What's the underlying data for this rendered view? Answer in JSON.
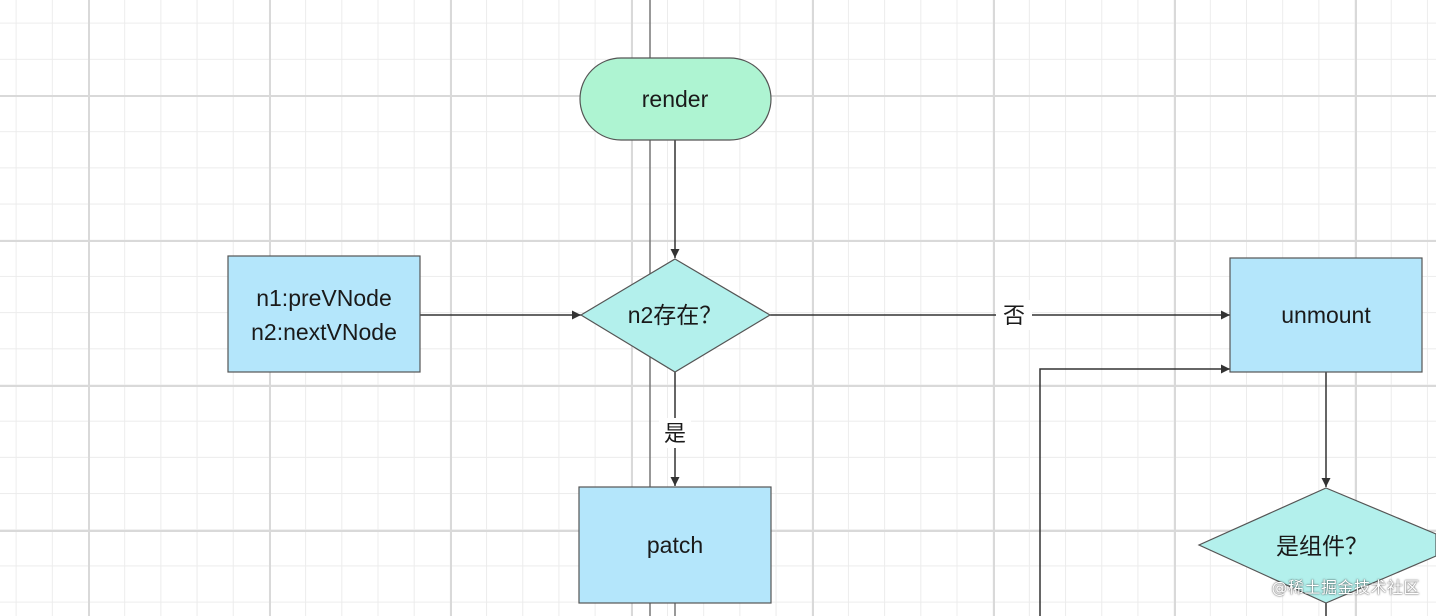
{
  "diagram": {
    "nodes": {
      "render": {
        "label": "render",
        "shape": "terminator",
        "fill": "#aef4d2"
      },
      "input": {
        "line1": "n1:preVNode",
        "line2": "n2:nextVNode",
        "shape": "process",
        "fill": "#b4e6fb"
      },
      "n2_exists": {
        "label": "n2存在？",
        "shape": "decision",
        "fill": "#b3f0ec"
      },
      "unmount": {
        "label": "unmount",
        "shape": "process",
        "fill": "#b4e6fb"
      },
      "patch": {
        "label": "patch",
        "shape": "process",
        "fill": "#b4e6fb"
      },
      "is_component": {
        "label": "是组件？",
        "shape": "decision",
        "fill": "#b3f0ec"
      }
    },
    "edges": {
      "no_label": "否",
      "yes_label": "是"
    },
    "colors": {
      "stroke": "#555555",
      "arrow": "#333333"
    }
  },
  "watermark": "@稀土掘金技术社区"
}
